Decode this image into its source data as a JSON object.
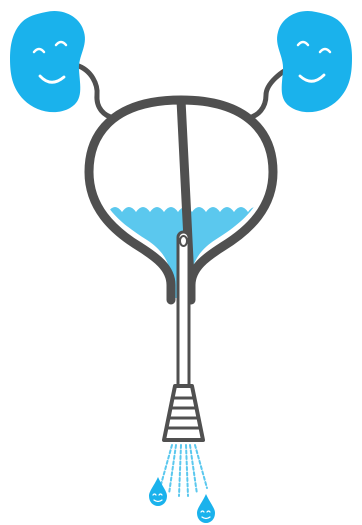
{
  "illustration": {
    "subject": "urinary-system",
    "colors": {
      "outline": "#505050",
      "water": "#5BC8EE",
      "kidney": "#1AB2EC",
      "face": "#FFFFFF",
      "background": "#FFFFFF"
    },
    "kidneys": [
      {
        "side": "left",
        "expression": "smiling"
      },
      {
        "side": "right",
        "expression": "smiling"
      }
    ],
    "droplets": [
      {
        "side": "left",
        "expression": "smiling"
      },
      {
        "side": "right",
        "expression": "smiling"
      }
    ],
    "bladder_fill_fraction": 0.35
  }
}
